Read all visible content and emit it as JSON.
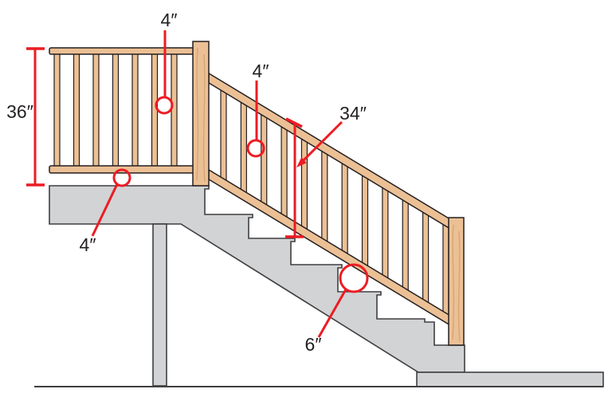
{
  "diagram": {
    "description": "Deck and stair guardrail code dimensions",
    "labels": {
      "guard_height": "36″",
      "deck_baluster_spacing": "4″",
      "deck_bottom_gap": "4″",
      "stair_baluster_spacing": "4″",
      "stair_rail_height": "34″",
      "stair_triangle_opening": "6″"
    },
    "structure": {
      "deck_baluster_count": 7,
      "stair_baluster_count": 12,
      "stair_tread_count": 5
    },
    "colors": {
      "background": "#ffffff",
      "wood": "#ecc095",
      "wood_grain": "#c99c6a",
      "outline": "#231f20",
      "concrete": "#d2d3d5",
      "concrete_stroke": "#3f3e40",
      "dimension_red": "#ec1c24",
      "text": "#231f20"
    }
  }
}
